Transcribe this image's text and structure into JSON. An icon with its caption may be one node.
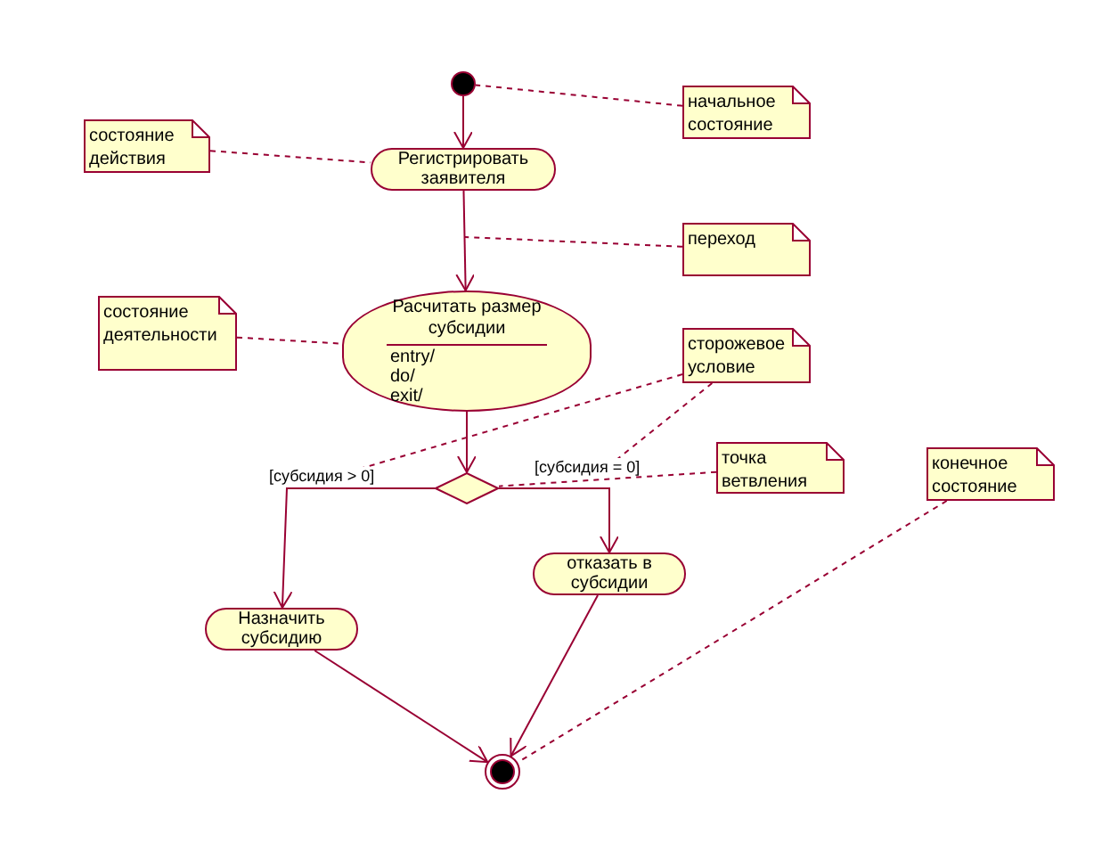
{
  "diagram": {
    "nodes": [
      {
        "text": [],
        "shape": "circle"
      },
      {
        "text": [
          "начальное состояние"
        ]
      },
      {
        "text": [
          "состояние действия"
        ]
      },
      {
        "text": [
          "Регистрировать заявителя"
        ]
      },
      {
        "text": [
          "переход"
        ]
      },
      {
        "text": [
          "состояние деятельности"
        ]
      },
      {
        "text": [
          "Расчитать размер субсидии",
          "entry/",
          "do/",
          "exit/"
        ]
      },
      {
        "text": [
          "сторожевое условие"
        ]
      },
      {
        "text": [],
        "shape": "diamond"
      },
      {
        "text": [
          "точка ветвления"
        ]
      },
      {
        "text": [
          "конечное состояние"
        ]
      },
      {
        "text": [
          "отказать в субсидии"
        ]
      },
      {
        "text": [
          "Назначить субсидию"
        ]
      },
      {
        "text": [],
        "shape": "circle"
      }
    ],
    "edges": [
      {
        "from": 0,
        "to": 3,
        "arrow": "to"
      },
      {
        "from": 3,
        "to": 6,
        "arrow": "to"
      },
      {
        "from": 6,
        "to": 8,
        "arrow": "to"
      },
      {
        "from": 8,
        "to": 12,
        "arrow": "to",
        "label": "[субсидия > 0]"
      },
      {
        "from": 8,
        "to": 11,
        "arrow": "to",
        "label": "[субсидия = 0]"
      },
      {
        "from": 12,
        "to": 13,
        "arrow": "to"
      },
      {
        "from": 11,
        "to": 13,
        "arrow": "to"
      },
      {
        "from": 1,
        "to": 0,
        "arrow": "none",
        "style": "dashed"
      },
      {
        "from": 2,
        "to": 3,
        "arrow": "none",
        "style": "dashed"
      },
      {
        "from": 4,
        "to": null,
        "arrow": "none",
        "style": "dashed"
      },
      {
        "from": 5,
        "to": 6,
        "arrow": "none",
        "style": "dashed"
      },
      {
        "from": 7,
        "to": null,
        "arrow": "none",
        "style": "dashed"
      },
      {
        "from": 7,
        "to": null,
        "arrow": "none",
        "style": "dashed"
      },
      {
        "from": 9,
        "to": 8,
        "arrow": "none",
        "style": "dashed"
      },
      {
        "from": 10,
        "to": 13,
        "arrow": "none",
        "style": "dashed"
      }
    ]
  }
}
